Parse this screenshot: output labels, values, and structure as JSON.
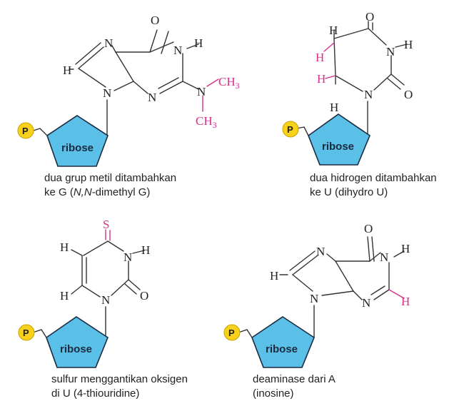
{
  "labels": {
    "ribose": "ribose",
    "phosphate": "P"
  },
  "atoms": {
    "N": "N",
    "H": "H",
    "O": "O",
    "S": "S",
    "CH3": "CH",
    "sub3": "3"
  },
  "panels": [
    {
      "id": "dimethyl-g",
      "caption_line1": "dua grup metil ditambahkan",
      "caption_line2_pre": "ke G (",
      "caption_line2_italic": "N,N",
      "caption_line2_post": "-dimethyl G)"
    },
    {
      "id": "dihydro-u",
      "caption_line1": "dua hidrogen ditambahkan",
      "caption_line2": "ke U (dihydro U)"
    },
    {
      "id": "thiouridine",
      "caption_line1": "sulfur menggantikan oksigen",
      "caption_line2": "di U (4-thiouridine)"
    },
    {
      "id": "inosine",
      "caption_line1": "deaminase dari A",
      "caption_line2": "(inosine)"
    }
  ],
  "colors": {
    "ribose_fill": "#5bc0e8",
    "phosphate_fill": "#f7d11a",
    "modification": "#d6308a"
  }
}
